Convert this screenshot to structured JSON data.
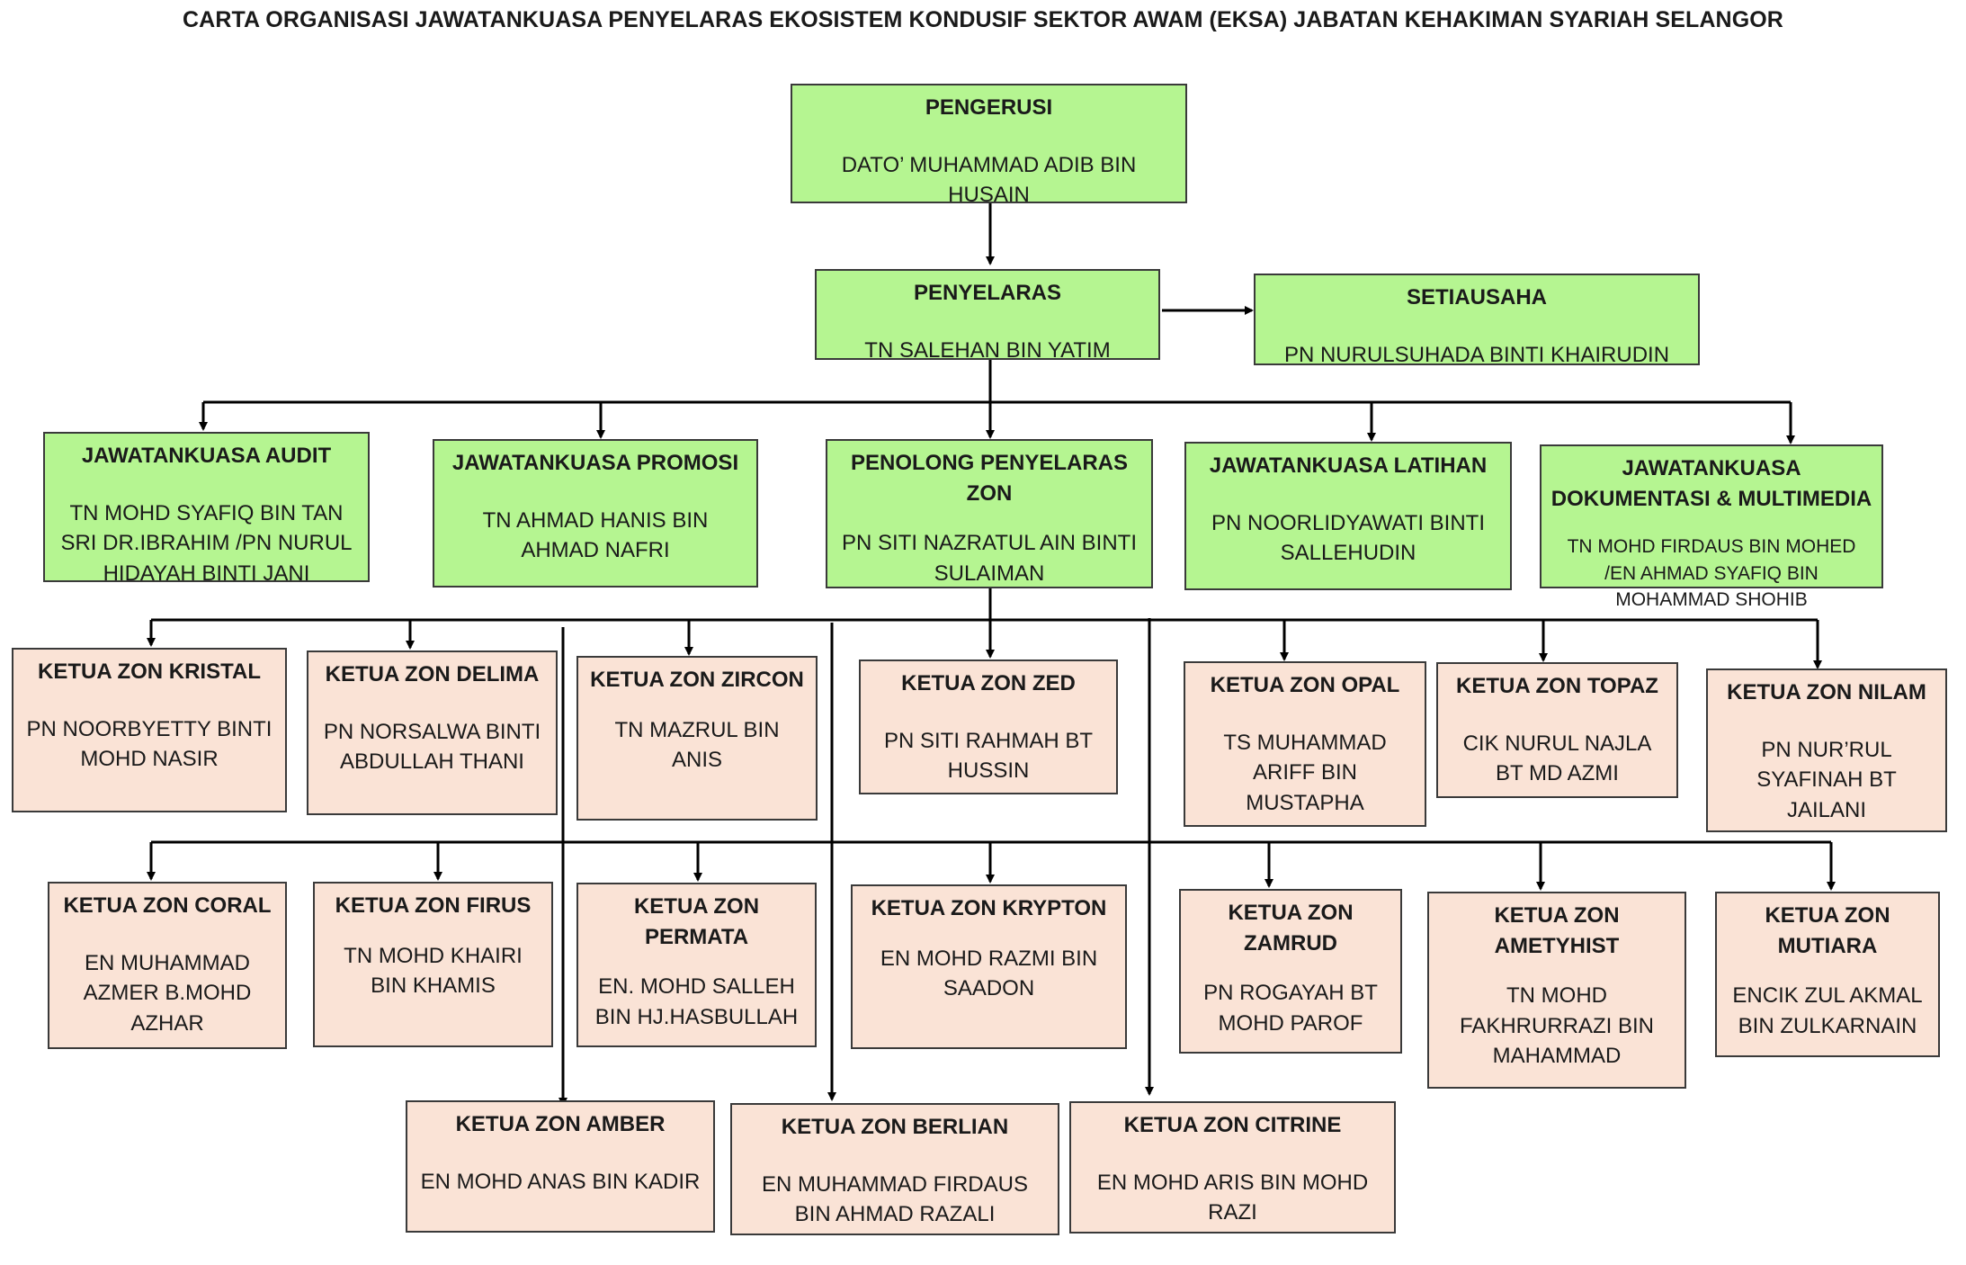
{
  "title": "CARTA ORGANISASI JAWATANKUASA PENYELARAS EKOSISTEM KONDUSIF SEKTOR AWAM (EKSA) JABATAN KEHAKIMAN SYARIAH SELANGOR",
  "colors": {
    "leadership": "#b5f591",
    "zone": "#fae3d6",
    "border": "#3a3a3a"
  },
  "leadership": {
    "pengerusi": {
      "role": "PENGERUSI",
      "name": "DATO’ MUHAMMAD ADIB BIN HUSAIN"
    },
    "penyelaras": {
      "role": "PENYELARAS",
      "name": "TN SALEHAN BIN YATIM"
    },
    "setiausaha": {
      "role": "SETIAUSAHA",
      "name": "PN NURULSUHADA BINTI KHAIRUDIN"
    }
  },
  "committees": {
    "audit": {
      "role": "JAWATANKUASA AUDIT",
      "name": "TN MOHD SYAFIQ BIN TAN SRI DR.IBRAHIM /PN NURUL HIDAYAH BINTI JANI"
    },
    "promosi": {
      "role": "JAWATANKUASA PROMOSI",
      "name": "TN AHMAD HANIS BIN AHMAD NAFRI"
    },
    "penolong": {
      "role": "PENOLONG PENYELARAS ZON",
      "name": "PN SITI NAZRATUL AIN BINTI SULAIMAN"
    },
    "latihan": {
      "role": "JAWATANKUASA LATIHAN",
      "name": "PN NOORLIDYAWATI BINTI SALLEHUDIN"
    },
    "dokumentasi": {
      "role": "JAWATANKUASA DOKUMENTASI & MULTIMEDIA",
      "name": "TN MOHD FIRDAUS BIN MOHED /EN AHMAD SYAFIQ BIN MOHAMMAD SHOHIB"
    }
  },
  "zones": {
    "kristal": {
      "role": "KETUA ZON KRISTAL",
      "name": "PN NOORBYETTY BINTI MOHD NASIR"
    },
    "delima": {
      "role": "KETUA ZON DELIMA",
      "name": "PN NORSALWA BINTI ABDULLAH THANI"
    },
    "zircon": {
      "role": "KETUA ZON ZIRCON",
      "name": "TN MAZRUL BIN ANIS"
    },
    "zed": {
      "role": "KETUA ZON ZED",
      "name": "PN SITI RAHMAH BT HUSSIN"
    },
    "opal": {
      "role": "KETUA ZON OPAL",
      "name": "TS MUHAMMAD ARIFF BIN MUSTAPHA"
    },
    "topaz": {
      "role": "KETUA ZON TOPAZ",
      "name": "CIK NURUL NAJLA BT MD AZMI"
    },
    "nilam": {
      "role": "KETUA ZON NILAM",
      "name": "PN NUR’RUL SYAFINAH BT JAILANI"
    },
    "coral": {
      "role": "KETUA ZON CORAL",
      "name": "EN MUHAMMAD AZMER B.MOHD AZHAR"
    },
    "firus": {
      "role": "KETUA ZON FIRUS",
      "name": "TN MOHD KHAIRI BIN KHAMIS"
    },
    "permata": {
      "role": "KETUA ZON PERMATA",
      "name": "EN. MOHD SALLEH BIN HJ.HASBULLAH"
    },
    "krypton": {
      "role": "KETUA ZON KRYPTON",
      "name": "EN MOHD RAZMI BIN SAADON"
    },
    "zamrud": {
      "role": "KETUA ZON ZAMRUD",
      "name": "PN ROGAYAH BT MOHD PAROF"
    },
    "ametyhist": {
      "role": "KETUA ZON AMETYHIST",
      "name": "TN MOHD FAKHRURRAZI BIN MAHAMMAD"
    },
    "mutiara": {
      "role": "KETUA ZON MUTIARA",
      "name": "ENCIK ZUL AKMAL BIN ZULKARNAIN"
    },
    "amber": {
      "role": "KETUA ZON AMBER",
      "name": "EN MOHD ANAS BIN KADIR"
    },
    "berlian": {
      "role": "KETUA ZON BERLIAN",
      "name": "EN MUHAMMAD FIRDAUS BIN AHMAD RAZALI"
    },
    "citrine": {
      "role": "KETUA ZON CITRINE",
      "name": "EN MOHD ARIS BIN MOHD RAZI"
    }
  }
}
